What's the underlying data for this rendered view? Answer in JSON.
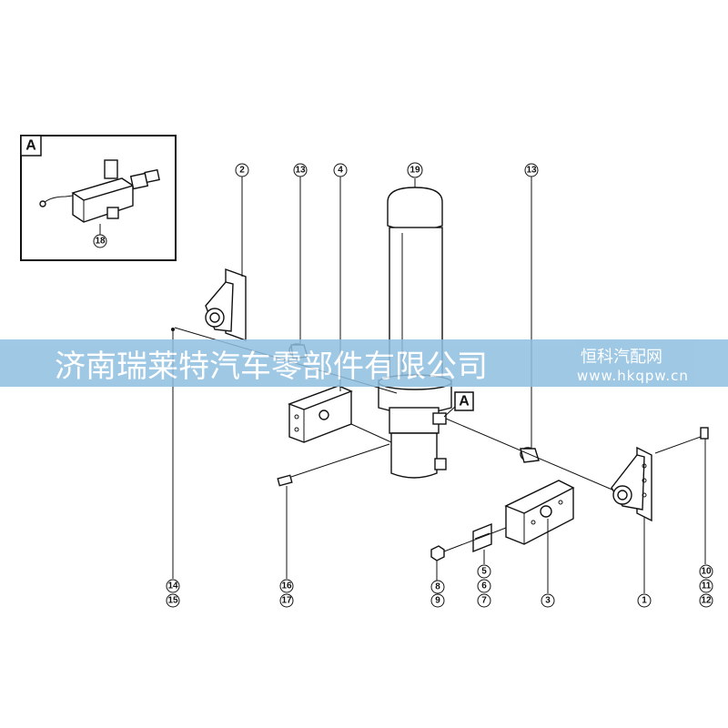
{
  "inset": {
    "label": "A",
    "callout": "18"
  },
  "detail_marker": "A",
  "callouts": {
    "c1": "1",
    "c2": "2",
    "c3": "3",
    "c4": "4",
    "c5": "5",
    "c6": "6",
    "c7": "7",
    "c8": "8",
    "c9": "9",
    "c10": "10",
    "c11": "11",
    "c12": "12",
    "c13a": "13",
    "c13b": "13",
    "c14": "14",
    "c15": "15",
    "c16": "16",
    "c17": "17",
    "c19": "19"
  },
  "watermark": {
    "company": "济南瑞莱特汽车零部件有限公司",
    "brand": "恒科汽配网",
    "url": "www.hkqpw.cn"
  },
  "colors": {
    "banner": "#8fbfe0",
    "line": "#111111"
  }
}
